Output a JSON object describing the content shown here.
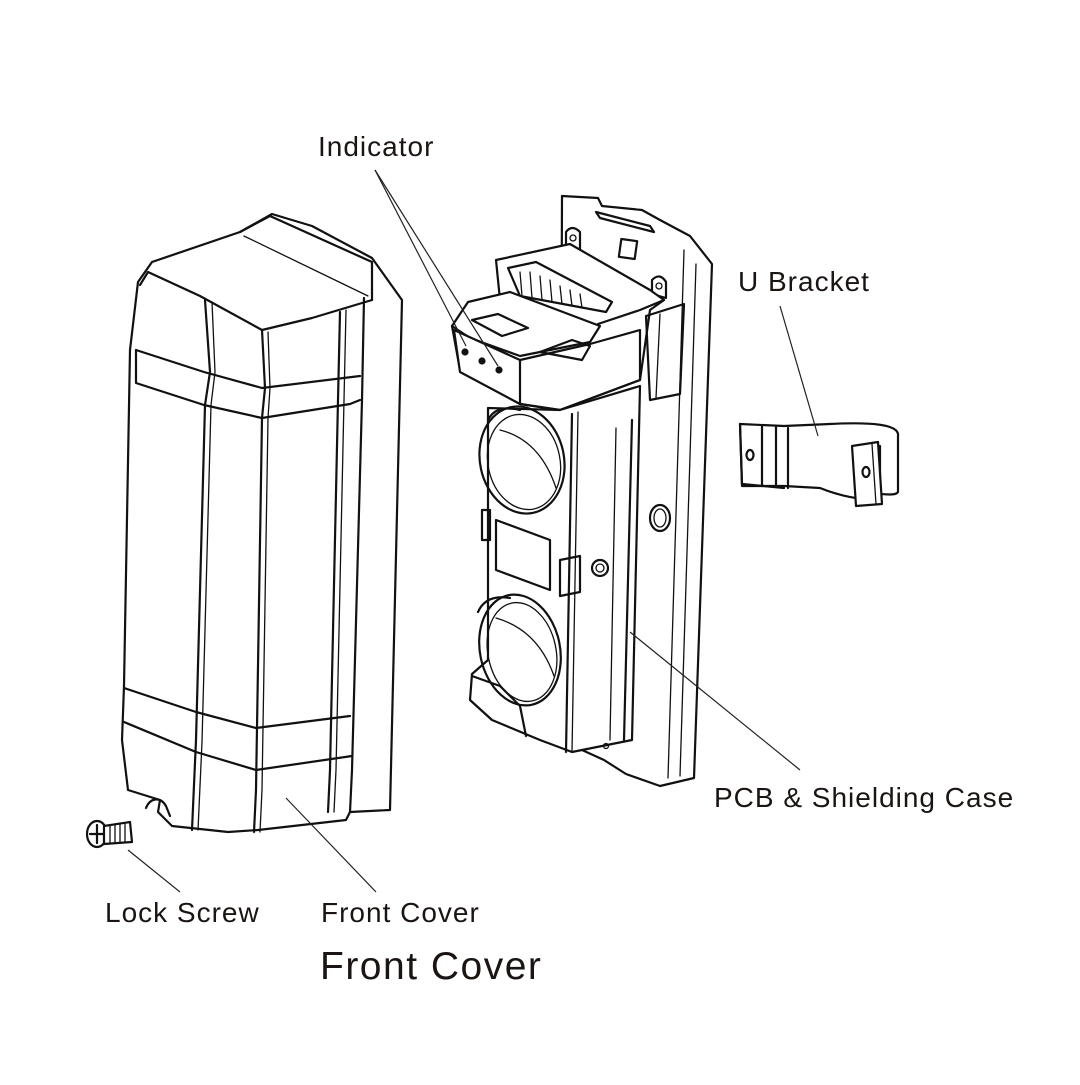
{
  "diagram": {
    "type": "exploded-view",
    "subject": "infrared beam detector assembly",
    "colors": {
      "line": "#111111",
      "text": "#1a1512",
      "background": "#ffffff"
    },
    "labels": {
      "indicator": "Indicator",
      "u_bracket": "U Bracket",
      "pcb_shielding_case": "PCB & Shielding Case",
      "lock_screw": "Lock Screw",
      "front_cover": "Front Cover"
    },
    "caption": "Front Cover",
    "parts": [
      {
        "id": "front-cover",
        "label": "Front Cover"
      },
      {
        "id": "lock-screw",
        "label": "Lock Screw"
      },
      {
        "id": "pcb-shielding-case",
        "label": "PCB & Shielding Case"
      },
      {
        "id": "indicator",
        "label": "Indicator",
        "indicator_leds": 3
      },
      {
        "id": "u-bracket",
        "label": "U Bracket"
      }
    ]
  }
}
